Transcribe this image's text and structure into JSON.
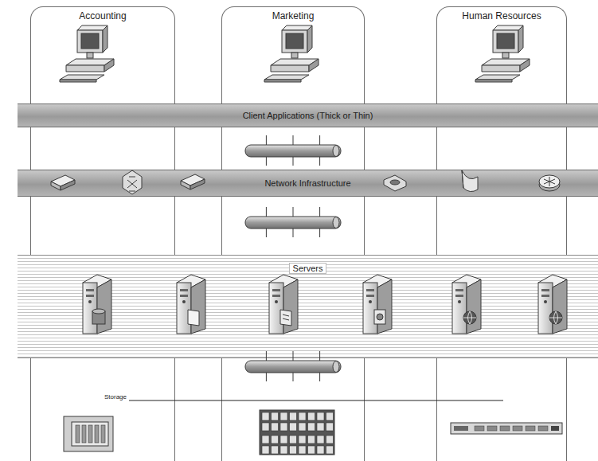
{
  "diagram": {
    "nodes": [
      {
        "text": [
          "Accounting"
        ]
      },
      {
        "text": [
          "Marketing"
        ]
      },
      {
        "text": [
          "Human Resources"
        ]
      },
      {
        "text": [
          "Client Applications (Thick or Thin)"
        ]
      },
      {
        "text": [
          "Network Infrastructure"
        ]
      },
      {
        "text": [
          "Servers"
        ]
      }
    ],
    "labels": [
      "Storage"
    ]
  }
}
